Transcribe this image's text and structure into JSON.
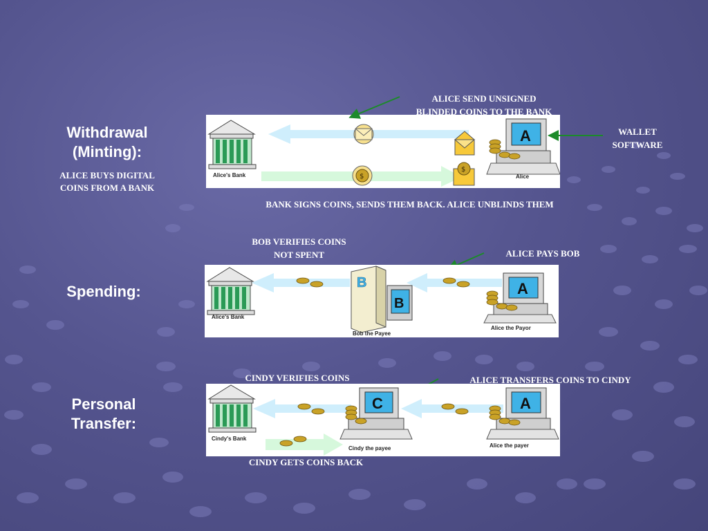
{
  "sections": {
    "withdrawal": {
      "title_line1": "Withdrawal",
      "title_line2": "(Minting):",
      "subtitle_line1": "ALICE BUYS DIGITAL",
      "subtitle_line2": "COINS FROM A BANK",
      "note_top_line1": "ALICE SEND UNSIGNED",
      "note_top_line2": "BLINDED COINS TO THE BANK",
      "note_wallet_line1": "WALLET",
      "note_wallet_line2": "SOFTWARE",
      "note_bottom": "BANK SIGNS COINS, SENDS THEM BACK.  ALICE UNBLINDS THEM",
      "bank_label": "Alice's Bank",
      "user_label": "Alice",
      "user_letter": "A"
    },
    "spending": {
      "title": "Spending:",
      "note_bob_line1": "BOB VERIFIES COINS",
      "note_bob_line2": "NOT SPENT",
      "note_pay": "ALICE PAYS BOB",
      "bank_label": "Alice's Bank",
      "payee_label": "Bob the Payee",
      "payor_label": "Alice the Payor",
      "payee_letter": "B",
      "user_letter": "A"
    },
    "transfer": {
      "title_line1": "Personal",
      "title_line2": "Transfer:",
      "note_cindy_verify": "CINDY VERIFIES COINS",
      "note_alice_transfer": "ALICE TRANSFERS COINS TO CINDY",
      "note_cindy_back": "CINDY GETS COINS BACK",
      "bank_label": "Cindy's Bank",
      "payee_label": "Cindy the payee",
      "payer_label": "Alice the payer",
      "payee_letter": "C",
      "user_letter": "A"
    }
  },
  "colors": {
    "arrow_fill": "#cfeefc",
    "arrow_fill_green": "#d6f8dc",
    "pointer": "#1c8a2a",
    "coin": "#c9a227",
    "monitor_screen": "#3fb2e6",
    "bank_pillar": "#2a9a56"
  }
}
